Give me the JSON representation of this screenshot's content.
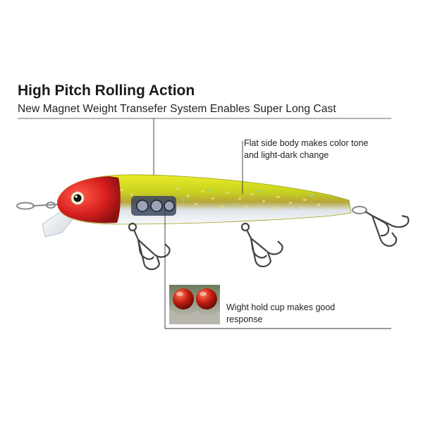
{
  "headline": {
    "title": "High Pitch Rolling Action",
    "subtitle": "New Magnet Weight Transefer System Enables Super Long Cast"
  },
  "callouts": {
    "flat_side": "Flat side body makes color tone and light-dark change",
    "weight_cup": "Wight hold cup makes good response"
  },
  "colors": {
    "body_yellow": "#d9e020",
    "head_red": "#d8201f",
    "belly_silver": "#e8eef4",
    "leader_lines": "#3a3a3a"
  }
}
